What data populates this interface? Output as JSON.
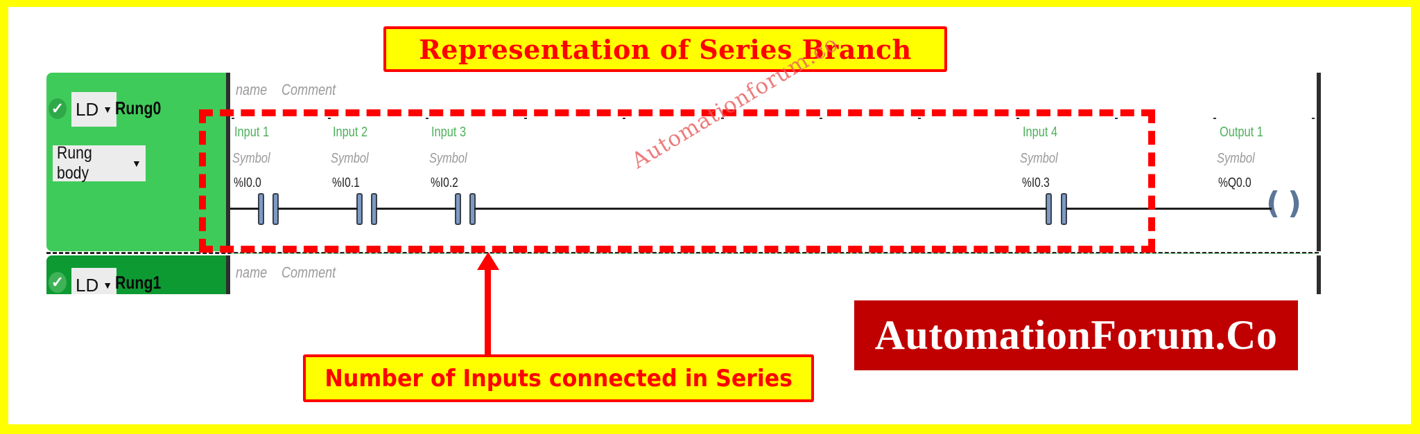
{
  "title_banner": {
    "text": "Representation of Series Branch"
  },
  "rungs": [
    {
      "name": "Rung0",
      "language": "LD",
      "section": "Rung body",
      "name_placeholder": "name",
      "comment_placeholder": "Comment",
      "status": "valid",
      "elements": [
        {
          "type": "NO contact",
          "label": "Input 1",
          "symbol": "Symbol",
          "address": "%I0.0"
        },
        {
          "type": "NO contact",
          "label": "Input 2",
          "symbol": "Symbol",
          "address": "%I0.1"
        },
        {
          "type": "NO contact",
          "label": "Input 3",
          "symbol": "Symbol",
          "address": "%I0.2"
        },
        {
          "type": "NO contact",
          "label": "Input 4",
          "symbol": "Symbol",
          "address": "%I0.3"
        },
        {
          "type": "coil",
          "label": "Output 1",
          "symbol": "Symbol",
          "address": "%Q0.0"
        }
      ]
    },
    {
      "name": "Rung1",
      "language": "LD",
      "name_placeholder": "name",
      "comment_placeholder": "Comment",
      "status": "valid"
    }
  ],
  "icons": {
    "check": "✓",
    "dropdown": "▼",
    "coil_open": "(",
    "coil_close": ")"
  },
  "watermark": {
    "text": "Automationforum.co"
  },
  "callout": {
    "text": "Number of Inputs connected in Series"
  },
  "logo": {
    "text": "AutomationForum.Co"
  },
  "colors": {
    "frame": "#ffff00",
    "accent_red": "#ff0000",
    "rung_active_green": "#3fcb5a",
    "rung_inactive_green": "#0d9a33",
    "label_green": "#4cb05a",
    "contact_fill": "#7d9ac4",
    "logo_bg": "#c00000"
  }
}
